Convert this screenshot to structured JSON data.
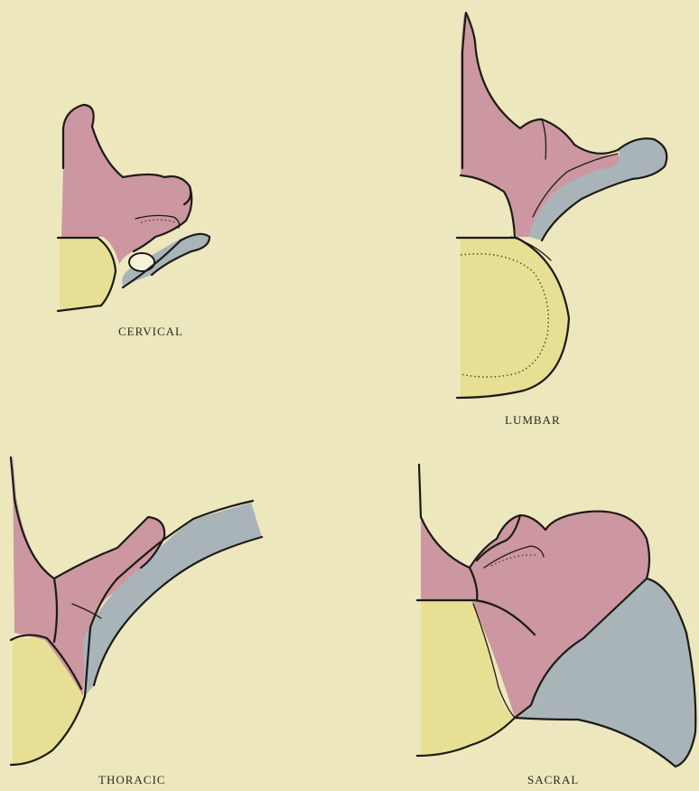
{
  "colors": {
    "background": "#ece7bd",
    "neural_arch": "#cc97a0",
    "rib_element": "#a8b4b8",
    "centrum": "#e7df93"
  },
  "figures": [
    {
      "id": "cervical",
      "label": "CERVICAL"
    },
    {
      "id": "lumbar",
      "label": "LUMBAR"
    },
    {
      "id": "thoracic",
      "label": "THORACIC"
    },
    {
      "id": "sacral",
      "label": "SACRAL"
    }
  ]
}
